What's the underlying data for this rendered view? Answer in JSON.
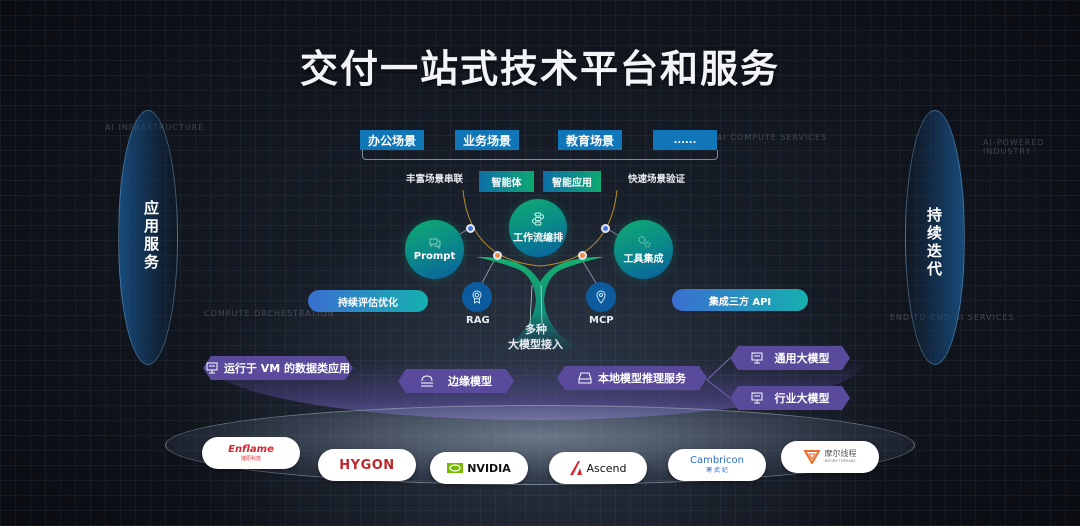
{
  "title": "交付一站式技术平台和服务",
  "background_labels": {
    "ai_infrastructure": "AI INFRASTRUCTURE",
    "ai_compute_services": "AI COMPUTE SERVICES",
    "ai_powered_industry": "AI-POWERED INDUSTRY",
    "compute_orchestration": "COMPUTE ORCHESTRATION",
    "end_to_end": "END-TO-END AI SERVICES"
  },
  "side": {
    "left": "应用服务",
    "right": "持续迭代"
  },
  "scenarios": [
    "办公场景",
    "业务场景",
    "教育场景",
    "......"
  ],
  "scenario_notes": {
    "left": "丰富场景串联",
    "right": "快速场景验证"
  },
  "agents": [
    "智能体",
    "智能应用"
  ],
  "capabilities": {
    "workflow": {
      "label": "工作流编排",
      "icon": "workflow-icon"
    },
    "prompt": {
      "label": "Prompt",
      "icon": "chat-icon"
    },
    "tools": {
      "label": "工具集成",
      "icon": "gears-icon"
    },
    "rag": {
      "label": "RAG",
      "icon": "badge-icon"
    },
    "mcp": {
      "label": "MCP",
      "icon": "location-pin-icon"
    }
  },
  "model_access": {
    "line1": "多种",
    "line2": "大模型接入"
  },
  "pills": {
    "left": "持续评估优化",
    "right": "集成三方 API"
  },
  "deploy": {
    "vm_apps": "运行于 VM 的数据类应用",
    "edge": "边缘模型",
    "local_inference": "本地模型推理服务",
    "general_llm": "通用大模型",
    "industry_llm": "行业大模型"
  },
  "vendors": [
    {
      "name": "Enflame",
      "sub": "燧原科技",
      "color": "#d8262e"
    },
    {
      "name": "HYGON",
      "color": "#c0272d"
    },
    {
      "name": "NVIDIA",
      "color": "#111111",
      "accent": "#76b900"
    },
    {
      "name": "Ascend",
      "color": "#111111",
      "accent": "#d8262e"
    },
    {
      "name": "Cambricon",
      "sub": "寒 武 纪",
      "color": "#2a6fc4"
    },
    {
      "name": "摩尔线程",
      "sub": "MOORE THREADS",
      "color": "#555555",
      "accent": "#ee6a2a"
    }
  ],
  "colors": {
    "scene_blue": "#1076b8",
    "green": "#0fab72",
    "purple": "#5a4a9c",
    "pill_blue": "#3a6fd0",
    "pill_teal": "#15b0b0"
  }
}
